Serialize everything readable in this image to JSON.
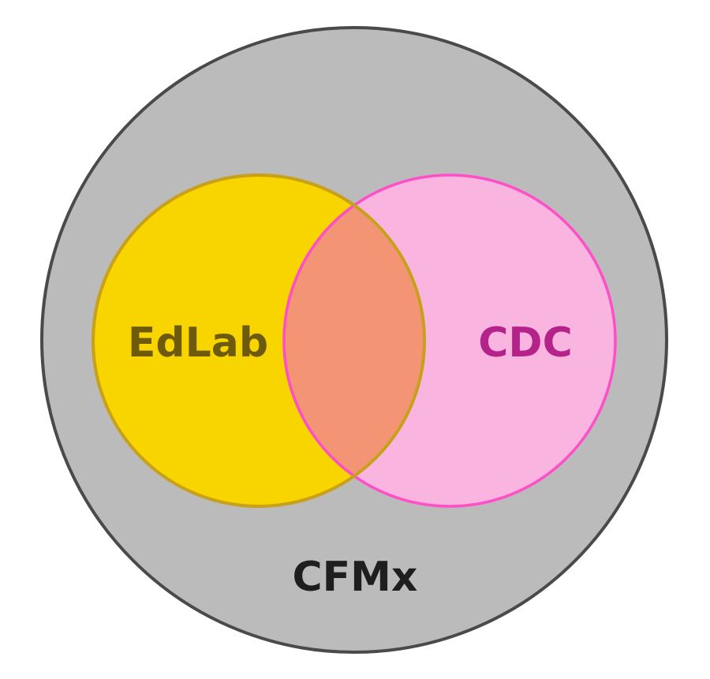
{
  "diagram": {
    "type": "venn",
    "outer_set": {
      "label": "CFMx",
      "fill": "#bbbbbb",
      "stroke": "#4a4a4a",
      "label_color": "#1e1e1e"
    },
    "sets": [
      {
        "label": "EdLab",
        "fill": "#f9d500",
        "stroke": "#c8a11a",
        "label_color": "#6e5a0c"
      },
      {
        "label": "CDC",
        "fill": "#f9b4e0",
        "stroke": "#ff4fc6",
        "label_color": "#b5228a"
      }
    ],
    "intersection": {
      "fill": "#f39575"
    }
  }
}
